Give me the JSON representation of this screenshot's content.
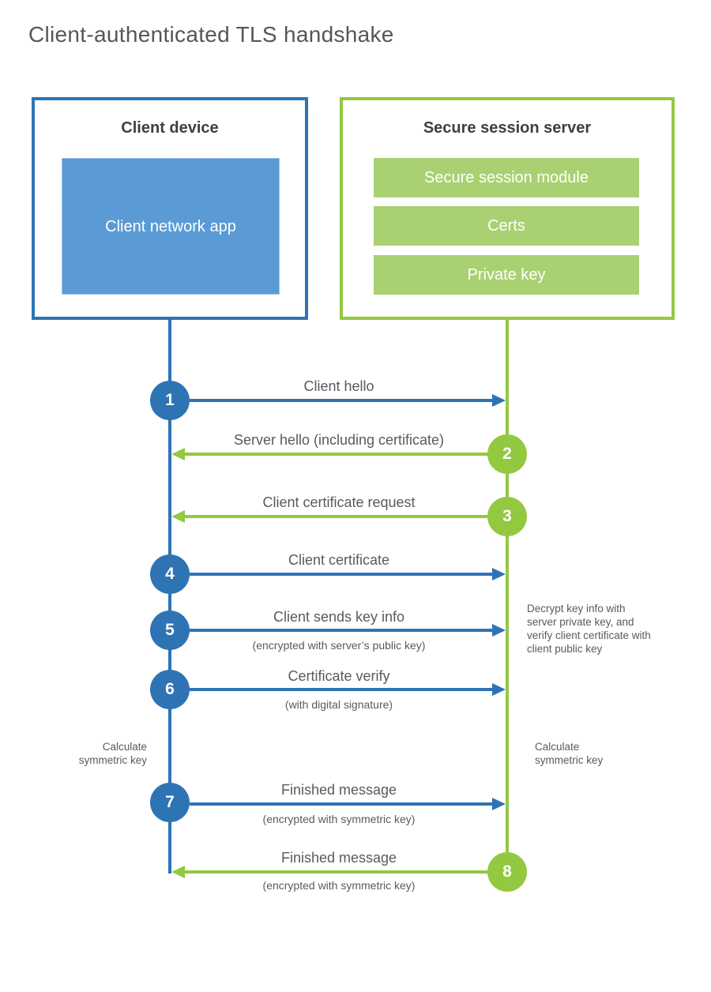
{
  "page": {
    "title": "Client-authenticated TLS handshake"
  },
  "colors": {
    "blue_line": "#2e74b5",
    "blue_fill": "#5b9bd5",
    "green_line": "#93c841",
    "green_fill": "#a9d171",
    "heading_text": "#3e3f42",
    "label_text": "#595a5d",
    "title_text": "#54565a"
  },
  "client": {
    "title": "Client device",
    "app_label": "Client network app"
  },
  "server": {
    "title": "Secure session server",
    "modules": [
      "Secure session module",
      "Certs",
      "Private key"
    ]
  },
  "steps": [
    {
      "number": "1",
      "label": "Client hello",
      "sublabel": "",
      "from": "client",
      "to": "server"
    },
    {
      "number": "2",
      "label": "Server hello (including certificate)",
      "sublabel": "",
      "from": "server",
      "to": "client"
    },
    {
      "number": "3",
      "label": "Client certificate request",
      "sublabel": "",
      "from": "server",
      "to": "client"
    },
    {
      "number": "4",
      "label": "Client certificate",
      "sublabel": "",
      "from": "client",
      "to": "server"
    },
    {
      "number": "5",
      "label": "Client sends key info",
      "sublabel": "(encrypted with server’s public key)",
      "from": "client",
      "to": "server"
    },
    {
      "number": "6",
      "label": "Certificate verify",
      "sublabel": "(with digital signature)",
      "from": "client",
      "to": "server"
    },
    {
      "number": "7",
      "label": "Finished message",
      "sublabel": "(encrypted with symmetric key)",
      "from": "client",
      "to": "server"
    },
    {
      "number": "8",
      "label": "Finished message",
      "sublabel": "(encrypted with symmetric key)",
      "from": "server",
      "to": "client"
    }
  ],
  "notes": {
    "decrypt": "Decrypt key info with server private key, and verify client certificate with client public key",
    "calc_left": "Calculate symmetric key",
    "calc_right": "Calculate symmetric key"
  }
}
